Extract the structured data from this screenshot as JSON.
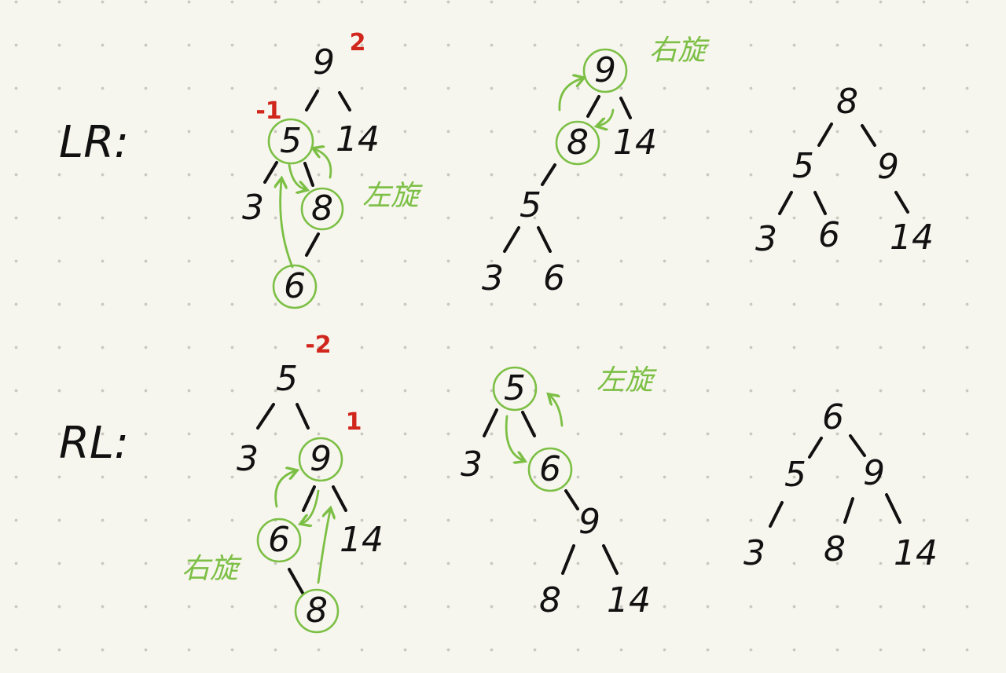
{
  "lr": {
    "label": "LR:",
    "step1": {
      "nodes": [
        "9",
        "5",
        "14",
        "3",
        "8",
        "6"
      ],
      "balance": [
        "2",
        "-1"
      ],
      "rotation": "左旋"
    },
    "step2": {
      "nodes": [
        "9",
        "8",
        "14",
        "5",
        "3",
        "6"
      ],
      "rotation": "右旋"
    },
    "step3": {
      "nodes": [
        "8",
        "5",
        "9",
        "3",
        "6",
        "14"
      ]
    }
  },
  "rl": {
    "label": "RL:",
    "step1": {
      "nodes": [
        "5",
        "3",
        "9",
        "6",
        "14",
        "8"
      ],
      "balance": [
        "-2",
        "1"
      ],
      "rotation": "右旋"
    },
    "step2": {
      "nodes": [
        "5",
        "3",
        "6",
        "9",
        "8",
        "14"
      ],
      "rotation": "左旋"
    },
    "step3": {
      "nodes": [
        "6",
        "5",
        "9",
        "3",
        "8",
        "14"
      ]
    }
  },
  "colors": {
    "ink": "#111111",
    "highlight": "#7cbf45",
    "balance": "#d0261c",
    "background": "#f7f6ee",
    "grid_dot": "#c9c8bf"
  }
}
